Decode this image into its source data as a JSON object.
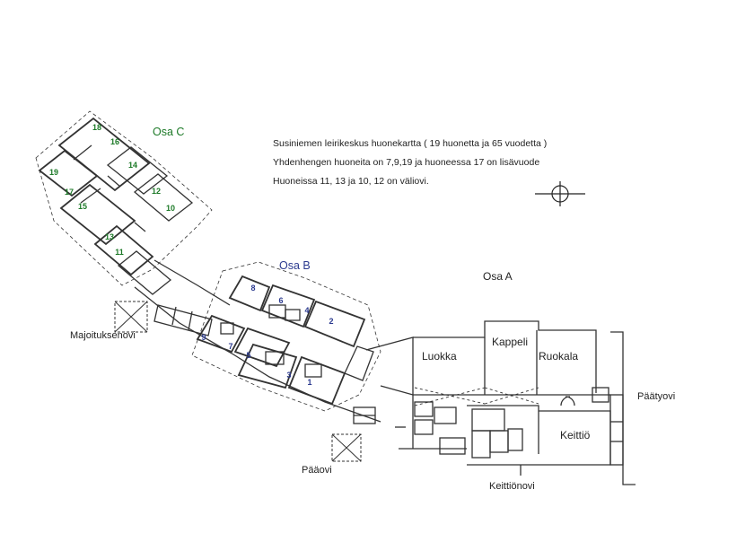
{
  "info": {
    "line1": "Susiniemen leirikeskus huonekartta ( 19 huonetta ja 65 vuodetta )",
    "line2": "Yhdenhengen huoneita on 7,9,19 ja huoneessa 17 on lisävuode",
    "line3": "Huoneissa 11, 13 ja 10, 12 on väliovi."
  },
  "sections": {
    "c": "Osa C",
    "b": "Osa B",
    "a": "Osa A"
  },
  "rooms_c": [
    "18",
    "16",
    "14",
    "19",
    "17",
    "12",
    "15",
    "10",
    "13",
    "11"
  ],
  "rooms_b": [
    "8",
    "6",
    "4",
    "2",
    "9",
    "7",
    "5",
    "3",
    "1"
  ],
  "spaces": {
    "luokka": "Luokka",
    "kappeli": "Kappeli",
    "ruokala": "Ruokala",
    "keittio": "Keittiö"
  },
  "doors": {
    "majoitus": "Majoituksenovi",
    "paaovi": "Pääovi",
    "paatyovi": "Päätyovi",
    "keittionovi": "Keittiönovi"
  },
  "colors": {
    "osa_c": "#1d7a28",
    "osa_b": "#2b3a8f",
    "lines": "#333333"
  }
}
